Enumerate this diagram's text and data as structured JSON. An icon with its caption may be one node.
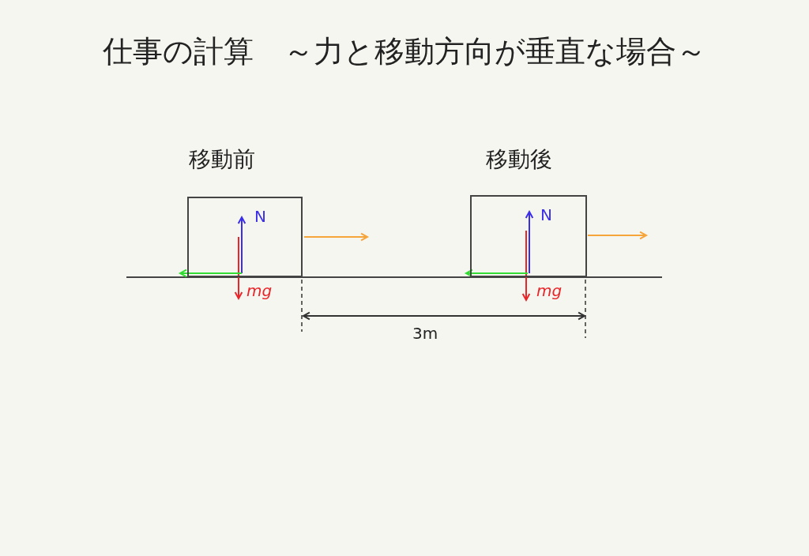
{
  "diagram": {
    "title": "仕事の計算　～力と移動方向が垂直な場合～",
    "nodes": [
      {
        "text": [
          "移動前"
        ]
      },
      {
        "text": [
          "移動後"
        ]
      }
    ],
    "labels": [
      "N",
      "mg",
      "N",
      "mg",
      "3m"
    ]
  }
}
